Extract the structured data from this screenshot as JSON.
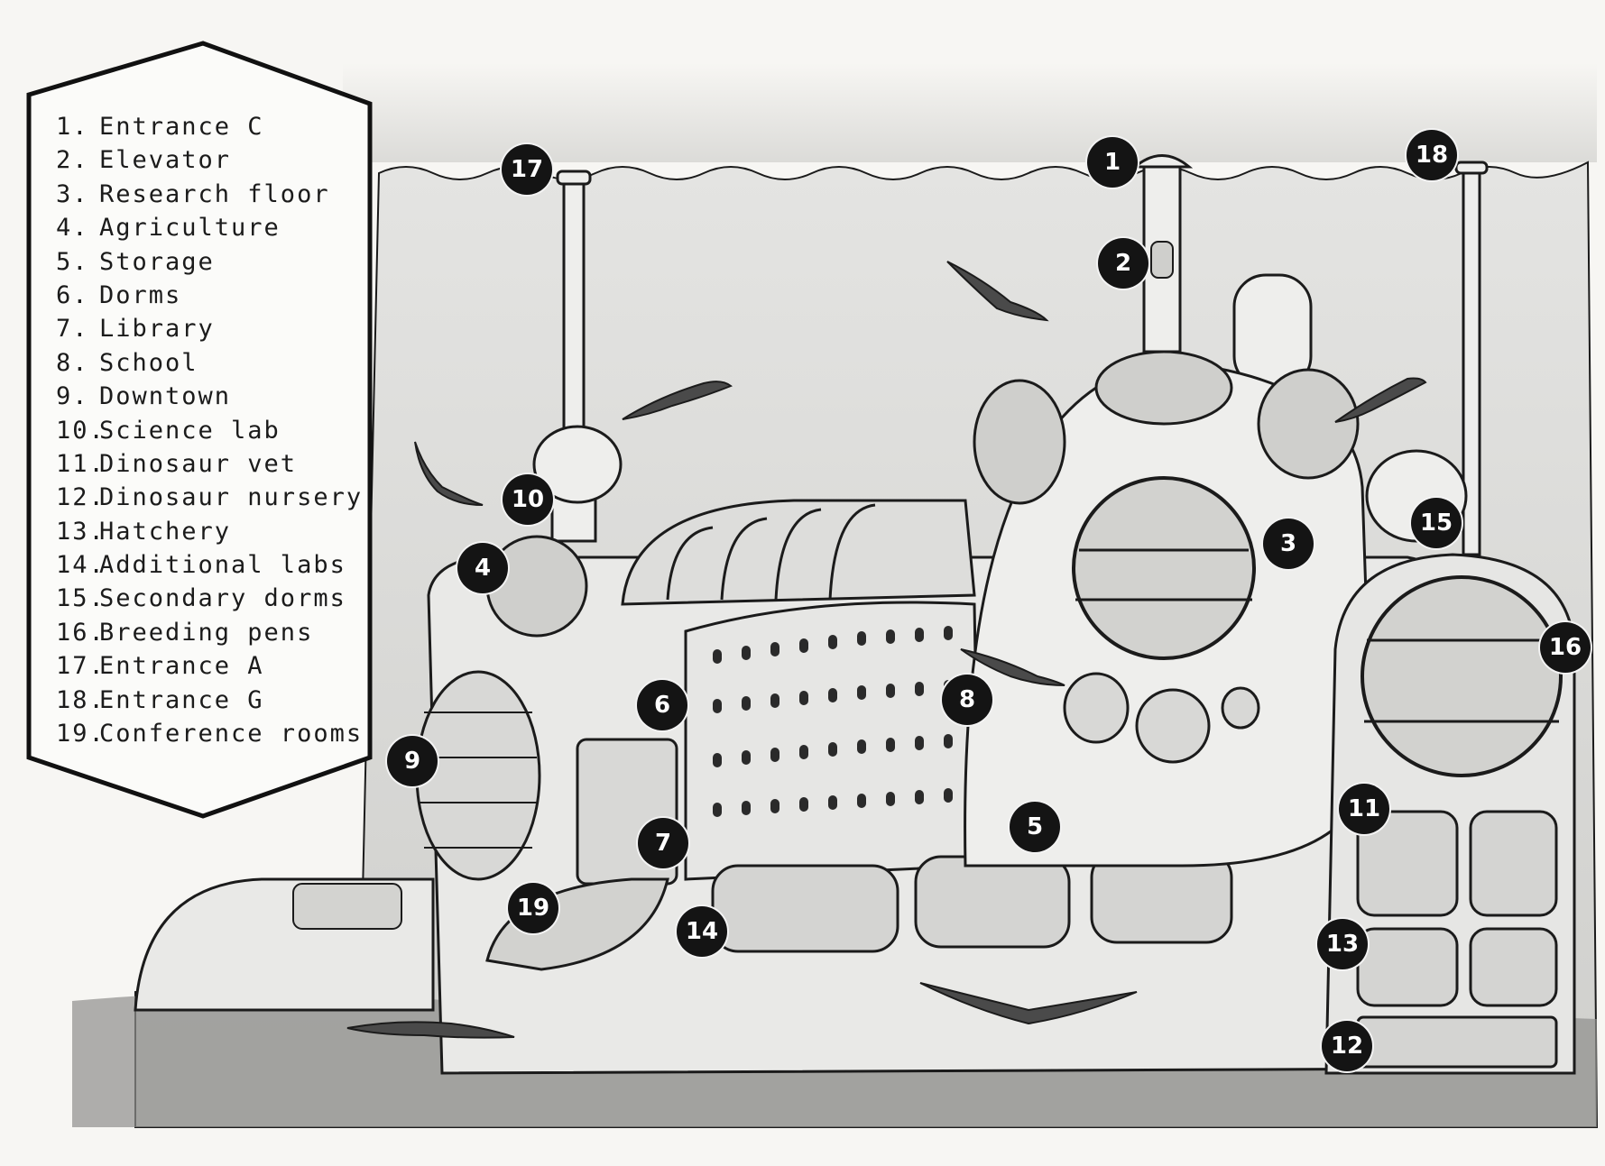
{
  "legend": {
    "items": [
      {
        "num": "1.",
        "label": "Entrance C"
      },
      {
        "num": "2.",
        "label": "Elevator"
      },
      {
        "num": "3.",
        "label": "Research floor"
      },
      {
        "num": "4.",
        "label": "Agriculture"
      },
      {
        "num": "5.",
        "label": "Storage"
      },
      {
        "num": "6.",
        "label": "Dorms"
      },
      {
        "num": "7.",
        "label": "Library"
      },
      {
        "num": "8.",
        "label": "School"
      },
      {
        "num": "9.",
        "label": "Downtown"
      },
      {
        "num": "10.",
        "label": "Science lab"
      },
      {
        "num": "11.",
        "label": "Dinosaur vet"
      },
      {
        "num": "12.",
        "label": "Dinosaur nursery"
      },
      {
        "num": "13.",
        "label": "Hatchery"
      },
      {
        "num": "14.",
        "label": "Additional labs"
      },
      {
        "num": "15.",
        "label": "Secondary dorms"
      },
      {
        "num": "16.",
        "label": "Breeding pens"
      },
      {
        "num": "17.",
        "label": "Entrance A"
      },
      {
        "num": "18.",
        "label": "Entrance G"
      },
      {
        "num": "19.",
        "label": "Conference rooms"
      }
    ]
  },
  "markers": {
    "m1": "1",
    "m2": "2",
    "m3": "3",
    "m4": "4",
    "m5": "5",
    "m6": "6",
    "m7": "7",
    "m8": "8",
    "m9": "9",
    "m10": "10",
    "m11": "11",
    "m12": "12",
    "m13": "13",
    "m14": "14",
    "m15": "15",
    "m16": "16",
    "m17": "17",
    "m18": "18",
    "m19": "19"
  },
  "colors": {
    "ink": "#1b1b1b",
    "paper": "#f7f6f3",
    "water": "#dcdcdc",
    "marker": "#141414"
  }
}
